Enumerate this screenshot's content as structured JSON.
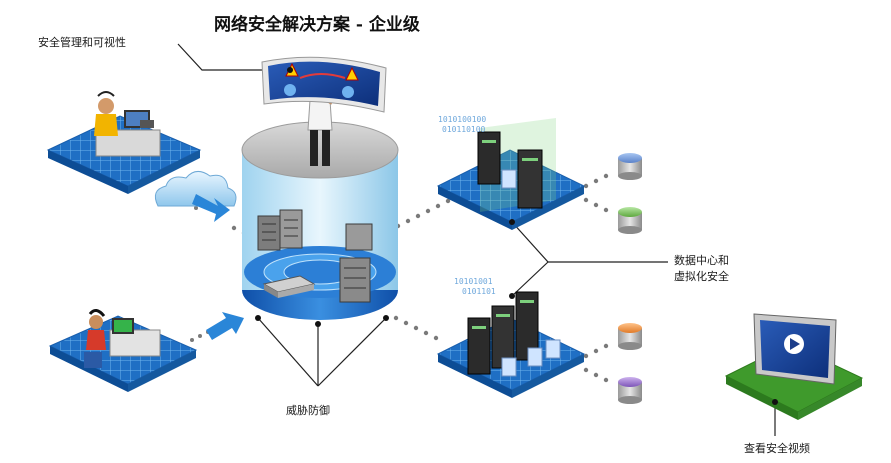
{
  "title": "网络安全解决方案 - 企业级",
  "labels": {
    "mgmt": "安全管理和可视性",
    "datacenter_l1": "数据中心和",
    "datacenter_l2": "虚拟化安全",
    "threat": "威胁防御",
    "video": "查看安全视频"
  },
  "colors": {
    "platform_blue": "#1f6fc4",
    "platform_light": "#4a9be0",
    "green_platform": "#3f9a2c",
    "accent_arrow": "#2a86d8"
  }
}
